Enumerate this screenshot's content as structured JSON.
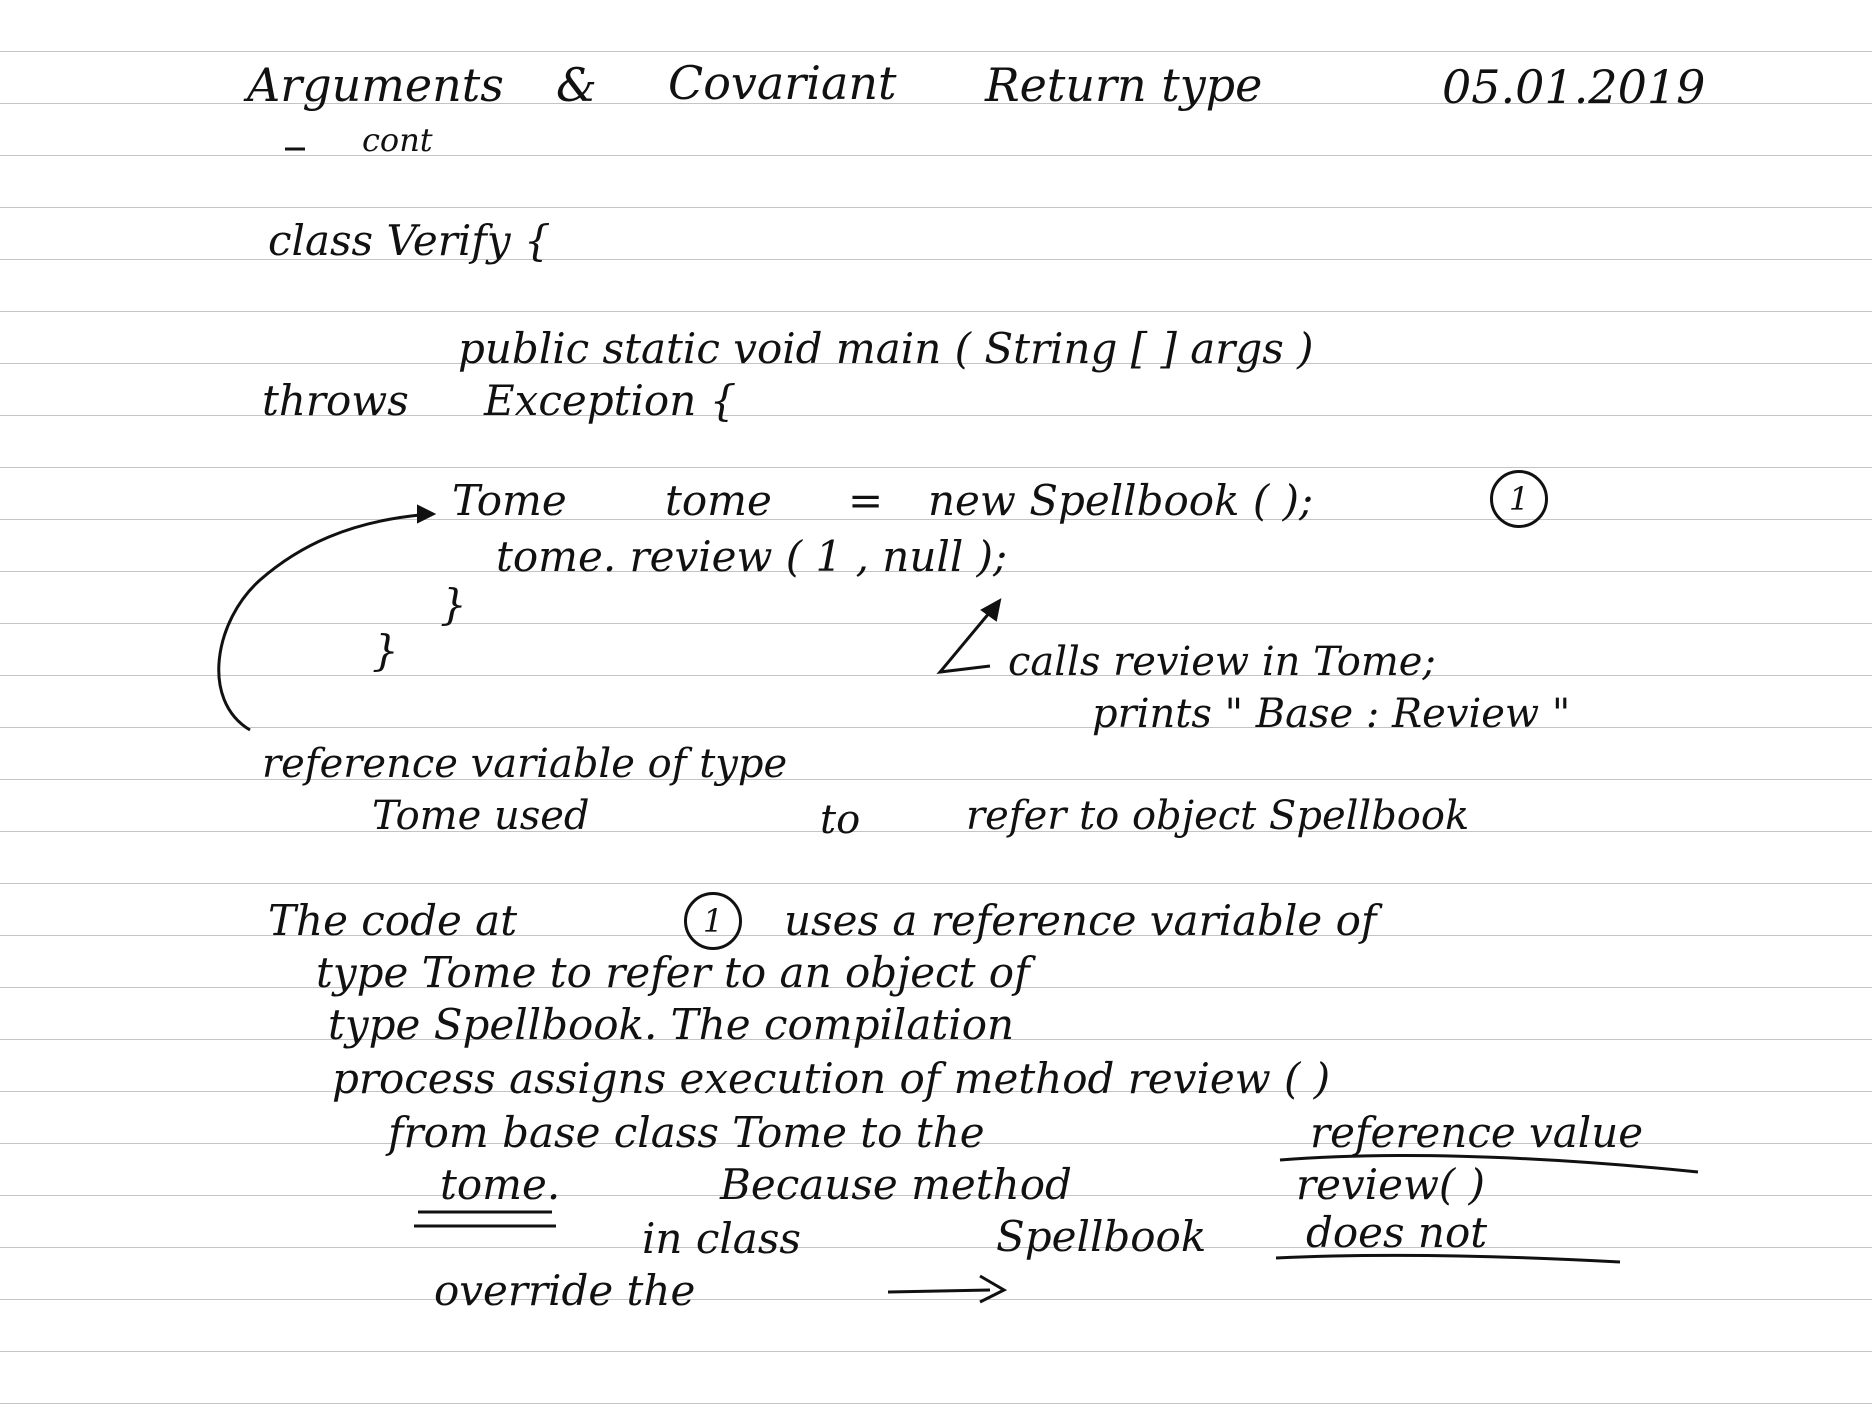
{
  "header": {
    "title_part1": "Arguments",
    "title_amp": "&",
    "title_part2": "Covariant",
    "title_part3": "Return type",
    "subtitle": "cont",
    "date": "05.01.2019"
  },
  "code": {
    "line1": "class Verify {",
    "line2": "public static void main ( String [ ] args )",
    "line3_kw": "throws",
    "line3_rest": "Exception {",
    "line4a": "Tome",
    "line4b": "tome",
    "line4c": "=",
    "line4d": "new Spellbook ( );",
    "marker1": "1",
    "line5": "tome. review ( 1 , null );",
    "line6": "}",
    "line7": "}"
  },
  "notes": {
    "calls_line1": "calls review in Tome;",
    "calls_line2": "prints \" Base : Review \"",
    "ref_line1": "reference variable of type",
    "ref_line2a": "Tome used",
    "ref_line2b": "to",
    "ref_line2c": "refer to object Spellbook"
  },
  "paragraph": {
    "l1a": "The code at",
    "marker": "1",
    "l1b": "uses a reference variable of",
    "l2": "type Tome to refer to an object of",
    "l3": "type Spellbook.   The compilation",
    "l4": "process assigns execution of method review ( )",
    "l5a": "from base class Tome to the",
    "l5b": "reference value",
    "l6a": "tome.",
    "l6b": "Because method",
    "l6c": "review( )",
    "l7a": "in class",
    "l7b": "Spellbook",
    "l7c": "does not",
    "l8": "override the"
  }
}
